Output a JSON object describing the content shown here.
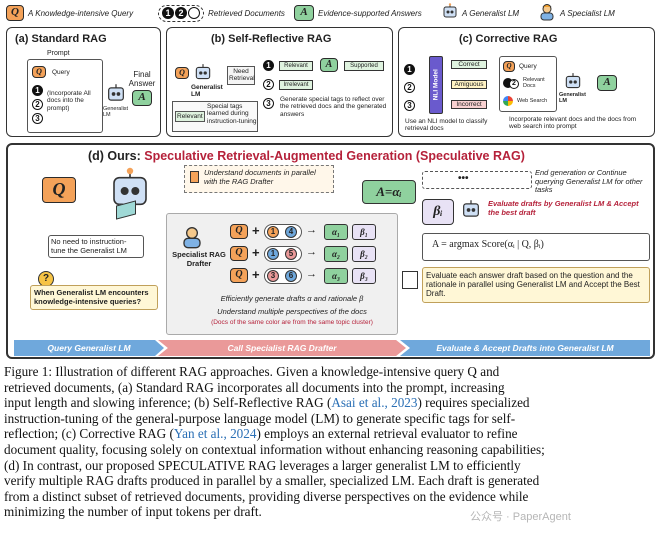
{
  "legend": {
    "q_symbol": "Q",
    "q_label": "A Knowledge-intensive Query",
    "num1": "1",
    "num2": "2",
    "docs_label": "Retrieved Documents",
    "a_symbol": "A",
    "answers_label": "Evidence-supported Answers",
    "generalist_label": "A Generalist LM",
    "specialist_label": "A Specialist LM"
  },
  "panel_a": {
    "title": "(a) Standard RAG",
    "prompt": "Prompt",
    "query": "Query",
    "incorporate": "(Incorporate All docs into the prompt)",
    "num1": "1",
    "num2": "2",
    "num3": "3",
    "generalist": "Generalist LM",
    "final_answer": "Final Answer",
    "a_symbol": "A",
    "q_symbol": "Q"
  },
  "panel_b": {
    "title": "(b) Self-Reflective RAG",
    "generalist": "Generalist LM",
    "need_retrieval": "Need Retrieval",
    "relevant_tag": "Relevant",
    "irrelevant_tag": "Irrelevant",
    "supported_tag": "Supported",
    "special_tags": "Special tags learned during instruction-tuning",
    "relevant_box": "Relevant",
    "generate_tags": "Generate special tags to reflect over the retrieved docs and the generated answers",
    "num1": "1",
    "num2": "2",
    "num3": "3",
    "a_symbol": "A",
    "q_symbol": "Q"
  },
  "panel_c": {
    "title": "(c) Corrective RAG",
    "nli": "NLI Model",
    "correct": "Correct",
    "ambiguous": "Amiguous",
    "incorrect": "Incorrect",
    "query": "Query",
    "relevant_docs": "Relevant Docs",
    "web_search": "Web Search",
    "generalist": "Generalist LM",
    "nli_caption": "Use an NLI model to classify retrieval docs",
    "incorporate": "Incorporate relevant docs and the docs from web search into prompt",
    "num1": "1",
    "num2": "2",
    "num3": "3",
    "a_symbol": "A",
    "q_symbol": "Q"
  },
  "panel_d": {
    "title_prefix": "(d) Ours: ",
    "title_main": "Speculative Retrieval-Augmented Generation (Speculative RAG)",
    "q_symbol": "Q",
    "understand_parallel": "Understand documents in parallel with the RAG Drafter",
    "a_eq": "A=αᵢ",
    "end_generation": "End generation or Continue querying Generalist LM for other tasks",
    "dots": "•••",
    "beta": "βᵢ",
    "evaluate_drafts": "Evaluate drafts by Generalist LM & Accept the best draft",
    "formula": "A = argmax Score(αᵢ | Q, βᵢ)",
    "no_need": "No need to instruction-tune the Generalist LM",
    "when_generalist": "When Generalist LM encounters knowledge-intensive queries?",
    "specialist": "Specialist RAG Drafter",
    "efficiently": "Efficiently generate drafts α and rationale β",
    "understand_multi": "Understand multiple perspectives of the docs",
    "same_color": "(Docs of the same color are from the same topic cluster)",
    "evaluate_each": "Evaluate each answer draft based on the question and the rationale in parallel using Generalist LM and Accept the Best Draft.",
    "drafts": [
      {
        "n1": "1",
        "n2": "4",
        "alpha": "α₁",
        "beta": "β₁"
      },
      {
        "n1": "1",
        "n2": "5",
        "alpha": "α₂",
        "beta": "β₂"
      },
      {
        "n1": "3",
        "n2": "6",
        "alpha": "α₃",
        "beta": "β₃"
      }
    ],
    "steps": [
      "Query Generalist LM",
      "Call Specialist RAG Drafter",
      "Evaluate & Accept Drafts into Generalist LM"
    ]
  },
  "caption": {
    "line1": "Figure 1: Illustration of different RAG approaches. Given a knowledge-intensive query Q and",
    "line2": "retrieved documents, (a) Standard RAG incorporates all documents into the prompt, increasing",
    "line3": "input length and slowing inference; (b) Self-Reflective RAG (",
    "cite1": "Asai et al., 2023",
    "line3b": ") requires specialized",
    "line4": "instruction-tuning of the general-purpose language model (LM) to generate specific tags for self-",
    "line5": "reflection; (c) Corrective RAG (",
    "cite2": "Yan et al., 2024",
    "line5b": ") employs an external retrieval evaluator to refine",
    "line6": "document quality, focusing solely on contextual information without enhancing reasoning capabilities;",
    "line7": "(d) In contrast, our proposed SPECULATIVE RAG leverages a larger generalist LM to efficiently",
    "line8": "verify multiple RAG drafts produced in parallel by a smaller, specialized LM. Each draft is generated",
    "line9": "from a distinct subset of retrieved documents, providing diverse perspectives on the evidence while",
    "line10": "minimizing the number of input tokens per draft."
  },
  "watermark": "公众号 · PaperAgent"
}
